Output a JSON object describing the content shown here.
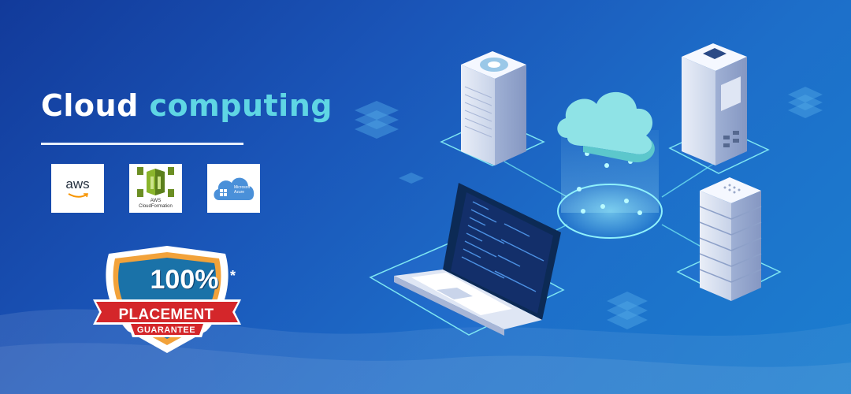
{
  "banner": {
    "title_word1": "Cloud",
    "title_word2": "computing",
    "title_colors": {
      "word1": "#ffffff",
      "word2": "#5fd6e4"
    },
    "background_color": "#1a55b8"
  },
  "logos": {
    "aws": {
      "text": "aws",
      "icon": "amazon-smile-icon"
    },
    "cloudformation": {
      "line1": "AWS",
      "line2": "CloudFormation",
      "icon": "cloudformation-icon"
    },
    "azure": {
      "line1": "Microsoft",
      "line2": "Azure",
      "icon": "azure-cloud-icon"
    }
  },
  "badge": {
    "percent": "100%",
    "asterisk": "*",
    "line1": "PLACEMENT",
    "line2": "GUARANTEE",
    "colors": {
      "ribbon": "#d4262a",
      "shield": "#1a72a8",
      "border": "#f2a23a"
    }
  },
  "illustration": {
    "items": [
      "server-tower-icon",
      "cloud-icon",
      "server-tower-vent-icon",
      "server-rack-icon",
      "laptop-icon",
      "network-ring-icon",
      "layer-stack-icon"
    ]
  }
}
